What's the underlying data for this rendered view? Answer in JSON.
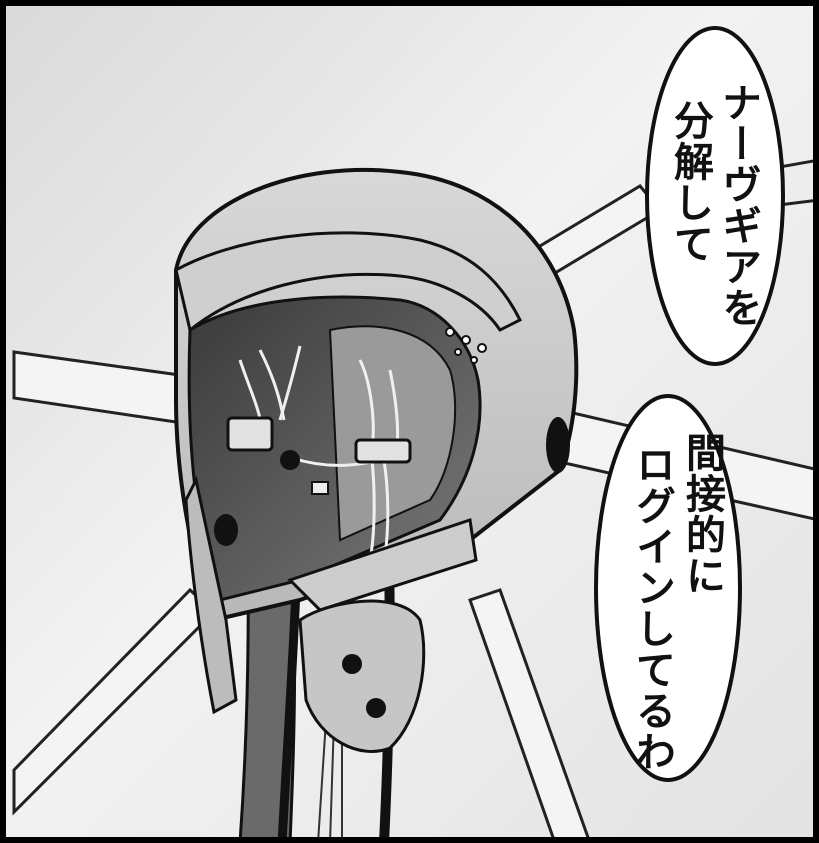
{
  "speech_bubbles": [
    {
      "lines": [
        "ナーヴギアを",
        "分解して"
      ]
    },
    {
      "lines": [
        "間接的に",
        "ログインしてるわ"
      ]
    }
  ],
  "colors": {
    "ink": "#111111",
    "paper": "#ffffff",
    "screentone_light": "#e6e6e6",
    "helmet_grey": "#c9c9c9",
    "helmet_shadow": "#8f8f8f",
    "cable_dark": "#5a5a5a"
  },
  "illustration": {
    "subject": "disassembled-helmet-with-cables"
  }
}
